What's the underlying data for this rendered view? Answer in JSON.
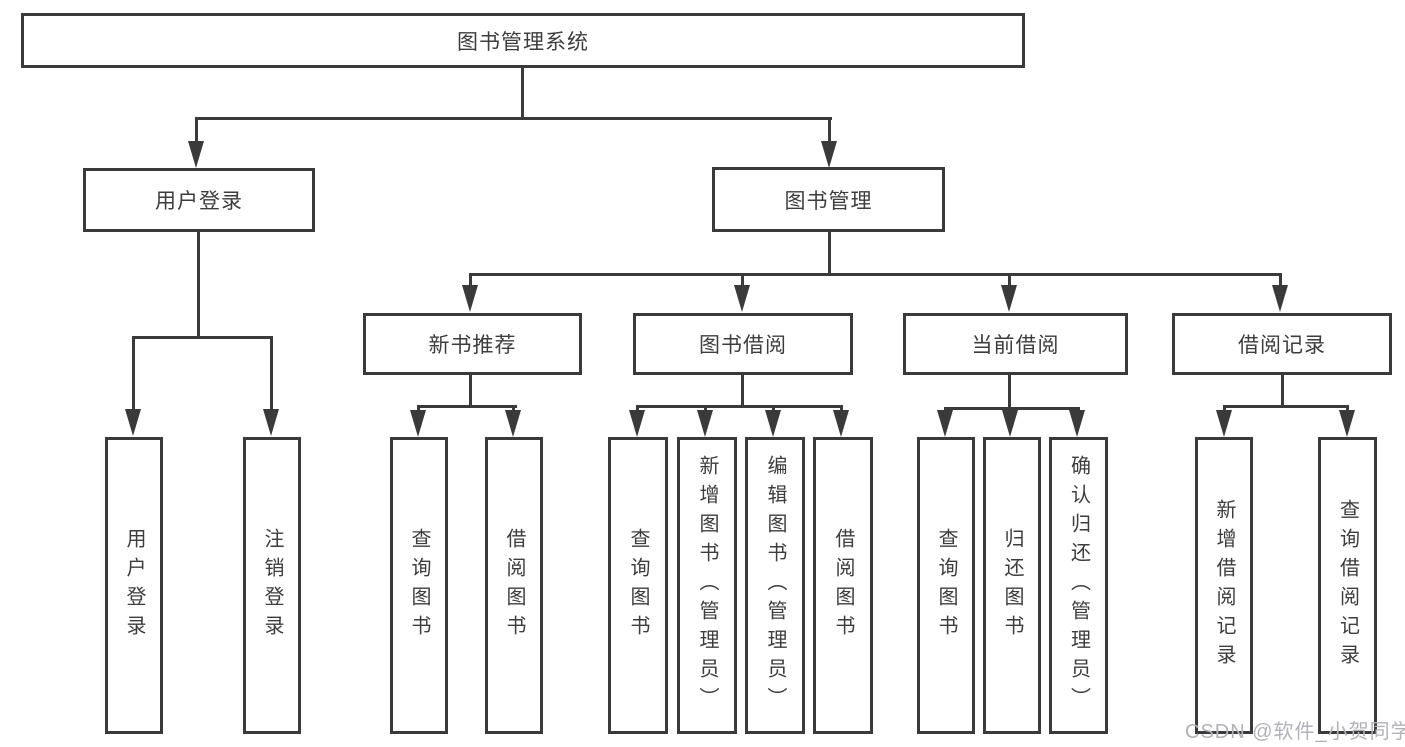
{
  "diagram_type": "tree-diagram",
  "colors": {
    "line": "#3a3a3a",
    "text": "#3d3d3d",
    "background": "#ffffff",
    "watermark": "#b2b2b8"
  },
  "tree": {
    "label": "图书管理系统",
    "children": [
      {
        "label": "用户登录",
        "children": [
          {
            "label": "用户登录"
          },
          {
            "label": "注销登录"
          }
        ]
      },
      {
        "label": "图书管理",
        "children": [
          {
            "label": "新书推荐",
            "children": [
              {
                "label": "查询图书"
              },
              {
                "label": "借阅图书"
              }
            ]
          },
          {
            "label": "图书借阅",
            "children": [
              {
                "label": "查询图书"
              },
              {
                "label": "新增图书（管理员）"
              },
              {
                "label": "编辑图书（管理员）"
              },
              {
                "label": "借阅图书"
              }
            ]
          },
          {
            "label": "当前借阅",
            "children": [
              {
                "label": "查询图书"
              },
              {
                "label": "归还图书"
              },
              {
                "label": "确认归还（管理员）"
              }
            ]
          },
          {
            "label": "借阅记录",
            "children": [
              {
                "label": "新增借阅记录"
              },
              {
                "label": "查询借阅记录"
              }
            ]
          }
        ]
      }
    ]
  },
  "watermark": {
    "text": "CSDN @软件_小贺同学"
  }
}
